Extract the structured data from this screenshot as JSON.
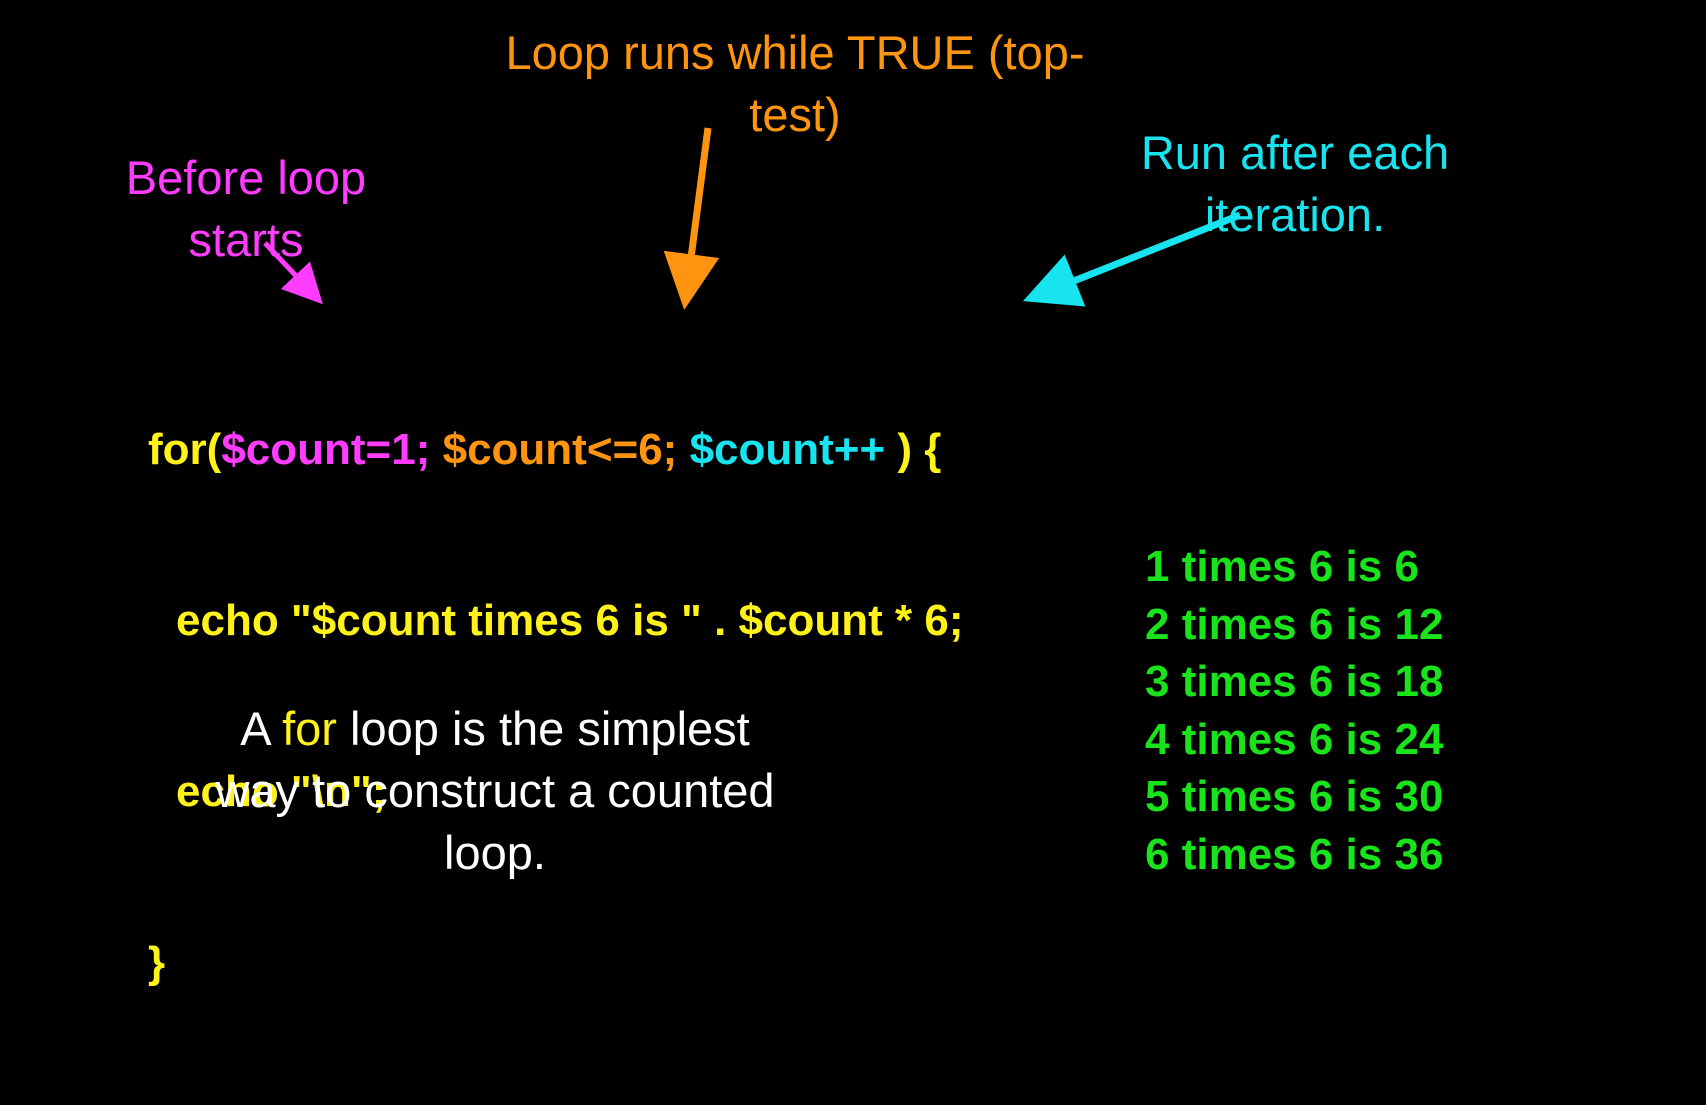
{
  "colors": {
    "background": "#000000",
    "magenta": "#ff3cff",
    "orange": "#ff9410",
    "cyan": "#18e4f0",
    "yellow": "#fff21a",
    "green": "#19e31a",
    "white": "#ffffff"
  },
  "annotations": {
    "before_loop": [
      "Before loop",
      "starts"
    ],
    "loop_runs": [
      "Loop runs while TRUE (top-",
      "test)"
    ],
    "run_after": [
      "Run after each",
      "iteration."
    ]
  },
  "code": {
    "for_keyword": "for(",
    "init": "$count=1;",
    "condition": "$count<=6;",
    "increment": "$count++",
    "close_paren": " ) {",
    "line2": "echo \"$count times 6 is \" . $count * 6;",
    "line3": "echo \"\\n\";",
    "line4": "}"
  },
  "output": [
    "1 times 6 is 6",
    "2 times 6 is 12",
    "3 times 6 is 18",
    "4 times 6 is 24",
    "5 times 6 is 30",
    "6 times 6 is 36"
  ],
  "caption": {
    "pre": "A ",
    "highlight": "for",
    "post": " loop is the simplest",
    "line2": "way to construct a counted",
    "line3": "loop."
  }
}
